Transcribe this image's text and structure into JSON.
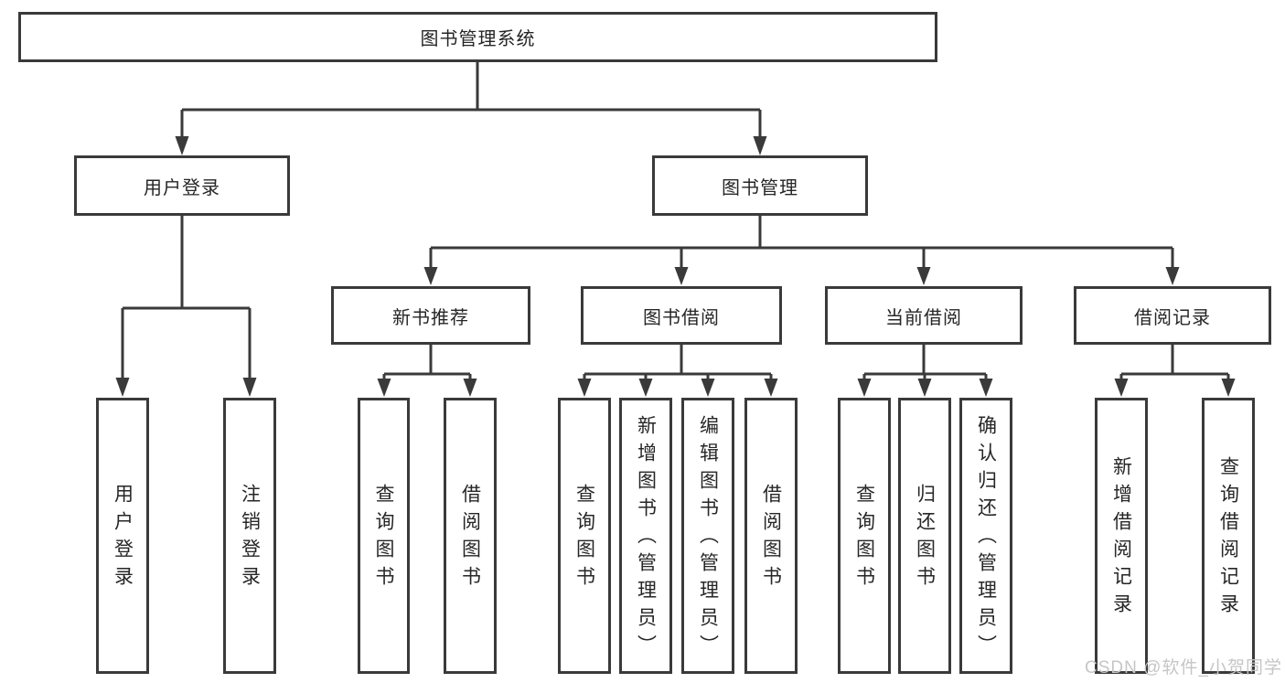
{
  "tree": {
    "root": {
      "label": "图书管理系统"
    },
    "branches": [
      {
        "label": "用户登录",
        "children": [
          {
            "label": "用户登录"
          },
          {
            "label": "注销登录"
          }
        ]
      },
      {
        "label": "图书管理",
        "children": [
          {
            "label": "新书推荐",
            "children": [
              {
                "label": "查询图书"
              },
              {
                "label": "借阅图书"
              }
            ]
          },
          {
            "label": "图书借阅",
            "children": [
              {
                "label": "查询图书"
              },
              {
                "label": "新增图书（管理员）"
              },
              {
                "label": "编辑图书（管理员）"
              },
              {
                "label": "借阅图书"
              }
            ]
          },
          {
            "label": "当前借阅",
            "children": [
              {
                "label": "查询图书"
              },
              {
                "label": "归还图书"
              },
              {
                "label": "确认归还（管理员）"
              }
            ]
          },
          {
            "label": "借阅记录",
            "children": [
              {
                "label": "新增借阅记录"
              },
              {
                "label": "查询借阅记录"
              }
            ]
          }
        ]
      }
    ]
  },
  "watermark": {
    "text": "CSDN @软件_小贺同学"
  },
  "colors": {
    "line": "#3a3a3a",
    "text": "#262626",
    "watermark": "#c6c6c6",
    "background": "#ffffff"
  }
}
